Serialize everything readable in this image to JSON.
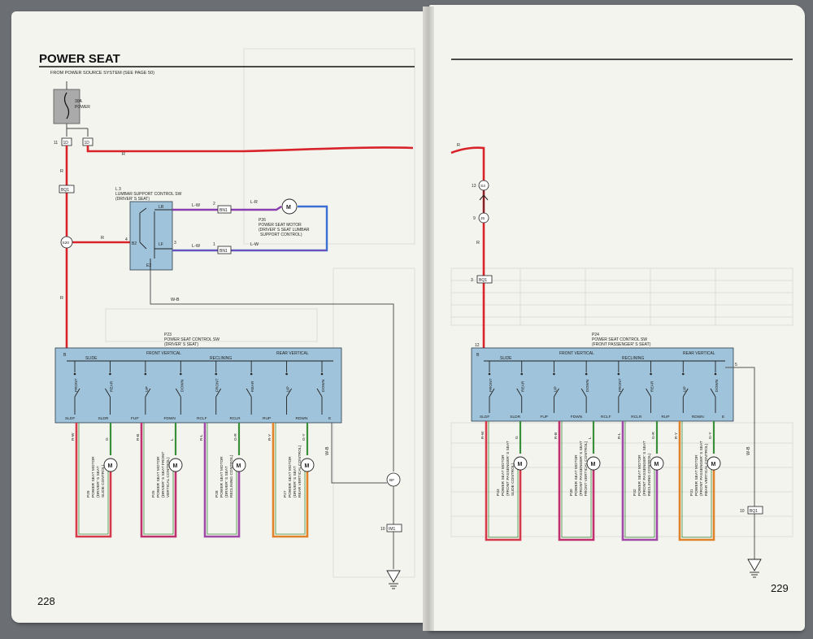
{
  "left_page": {
    "title": "POWER SEAT",
    "source_note": "FROM POWER SOURCE SYSTEM (SEE PAGE 50)",
    "page_number": "228",
    "fuse": {
      "name": "POWER",
      "id": "30A",
      "connector_left": "1D",
      "connector_right": "1D",
      "pin_left": "11",
      "pin_right": "1"
    },
    "wire_colors": {
      "main": "R",
      "ground": "W-B",
      "lumbar_1": "L-R",
      "lumbar_2": "L-W"
    },
    "junctions": {
      "top": "BQ1",
      "mid": "S20",
      "ground_conn": "IM1",
      "ground_pt": "BF"
    },
    "lumbar_switch": {
      "id": "L 3",
      "name": "LUMBAR SUPPORT CONTROL SW",
      "sub": "(DRIVER' S SEAT)",
      "pins": [
        "LR",
        "LF",
        "E2",
        "B2"
      ],
      "pin_numbers": [
        "4",
        "3",
        "2",
        "1"
      ]
    },
    "lumbar_motor": {
      "id": "P26",
      "name": "POWER SEAT MOTOR",
      "sub": "(DRIVER' S SEAT LUMBAR",
      "sub2": "SUPPORT CONTROL)",
      "conn_top": "BN1",
      "conn_bot": "BN1",
      "pin_top": "2",
      "pin_bot": "1"
    },
    "control_switch": {
      "id": "P23",
      "name": "POWER SEAT CONTROL SW",
      "sub": "(DRIVER' S SEAT)",
      "top_pin": "B",
      "groups": [
        "SLIDE",
        "FRONT VERTICAL",
        "RECLINING",
        "REAR VERTICAL"
      ],
      "positions": [
        "FRONT",
        "REAR",
        "UP",
        "DOWN",
        "FRONT",
        "REAR",
        "UP",
        "DOWN"
      ],
      "terminals": [
        "SLDF",
        "SLDR",
        "FUP",
        "FDWN",
        "RCLF",
        "RCLR",
        "RUP",
        "RDWN",
        "E"
      ]
    },
    "motors": [
      {
        "id": "P29",
        "name": "POWER SEAT MOTOR",
        "sub": "(DRIVER' S SEAT",
        "sub2": "SLIDE CONTROL)",
        "wires": [
          "R-W",
          "G"
        ],
        "color": "#d63a4a"
      },
      {
        "id": "P25",
        "name": "POWER SEAT MOTOR",
        "sub": "(DRIVER' S SEAT FRONT",
        "sub2": "VERTICAL CONTROL)",
        "wires": [
          "R-B",
          "L"
        ],
        "color": "#c0306e"
      },
      {
        "id": "P28",
        "name": "POWER SEAT MOTOR",
        "sub": "(DRIVER' S SEAT",
        "sub2": "RECLINING CONTROL)",
        "wires": [
          "R-L",
          "G-R"
        ],
        "color": "#a04aa8"
      },
      {
        "id": "P27",
        "name": "POWER SEAT MOTOR",
        "sub": "(DRIVER' S SEAT",
        "sub2": "REAR VERTICAL CONTROL)",
        "wires": [
          "R-Y",
          "G-Y"
        ],
        "color": "#e0822a"
      }
    ],
    "ground_wire": "W-B",
    "ground_pin": "10"
  },
  "right_page": {
    "title": "POWER SEAT",
    "page_number": "229",
    "junctions": {
      "j1": "S4",
      "j2": "J5",
      "conn": "BQ1",
      "ground_conn": "BQ1"
    },
    "pins": {
      "j1": "13",
      "j2": "9",
      "conn": "3",
      "ground": "10"
    },
    "wire_colors": {
      "main": "R",
      "ground": "W-B"
    },
    "control_switch": {
      "id": "P24",
      "name": "POWER SEAT CONTROL SW",
      "sub": "(FRONT PASSENGER' S SEAT)",
      "top_pin": "B",
      "top_pin_num": "12",
      "e_pin": "5",
      "groups": [
        "SLIDE",
        "FRONT VERTICAL",
        "RECLINING",
        "REAR VERTICAL"
      ],
      "positions": [
        "FRONT",
        "REAR",
        "UP",
        "DOWN",
        "FRONT",
        "REAR",
        "UP",
        "DOWN"
      ],
      "terminals": [
        "SLDF",
        "SLDR",
        "FUP",
        "FDWN",
        "RCLF",
        "RCLR",
        "RUP",
        "RDWN",
        "E"
      ]
    },
    "motors": [
      {
        "id": "P33",
        "name": "POWER SEAT MOTOR",
        "sub": "(FRONT PASSENGER' S SEAT",
        "sub2": "SLIDE CONTROL)",
        "wires": [
          "R-W",
          "G"
        ],
        "color": "#d63a4a"
      },
      {
        "id": "P30",
        "name": "POWER SEAT MOTOR",
        "sub": "(FRONT PASSENGER' S SEAT",
        "sub2": "FRONT VERTICAL CONTROL)",
        "wires": [
          "R-B",
          "L"
        ],
        "color": "#c0306e"
      },
      {
        "id": "P32",
        "name": "POWER SEAT MOTOR",
        "sub": "(FRONT PASSENGER' S SEAT",
        "sub2": "RECLINING CONTROL)",
        "wires": [
          "R-L",
          "G-R"
        ],
        "color": "#a04aa8"
      },
      {
        "id": "P31",
        "name": "POWER SEAT MOTOR",
        "sub": "(FRONT PASSENGER' S SEAT",
        "sub2": "REAR VERTICAL CONTROL)",
        "wires": [
          "R-Y",
          "G-Y"
        ],
        "color": "#e0822a"
      }
    ]
  },
  "colors": {
    "red_wire": "#d8232a",
    "blue_wire": "#3b6fd1",
    "purple_wire": "#8a3fb0",
    "box_fill": "#9fc3da",
    "box_stroke": "#2a3a4a"
  }
}
